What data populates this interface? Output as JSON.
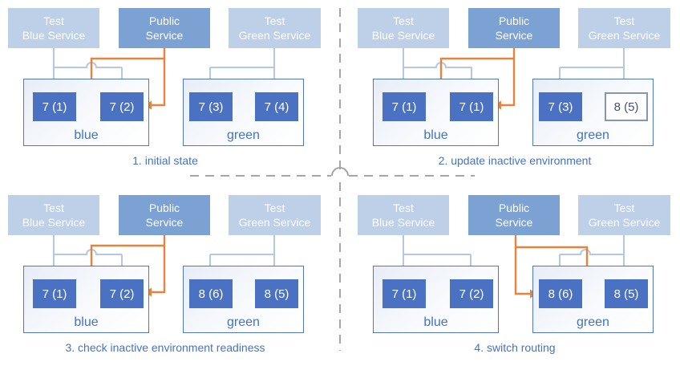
{
  "colors": {
    "accent_pod_blue": "#4b71c3",
    "test_service_blue": "#bed0e7",
    "public_service_blue": "#7ca1d3",
    "arrow_light_blue": "#b4c7e7",
    "arrow_orange": "#e8833c",
    "label_blue": "#4472c4",
    "env_border_blue": "#4f77c2",
    "divider_gray": "#a6a6a6",
    "inactive_pod_border": "#8496b0",
    "inactive_pod_text": "#44546a"
  },
  "quadrants": [
    {
      "caption": "1. initial state",
      "public_route": "blue",
      "services": [
        {
          "line1": "Test",
          "line2": "Blue Service"
        },
        {
          "line1": "Public",
          "line2": "Service"
        },
        {
          "line1": "Test",
          "line2": "Green Service"
        }
      ],
      "environments": [
        {
          "name": "blue",
          "pods": [
            {
              "label": "7 (1)",
              "active": true
            },
            {
              "label": "7 (2)",
              "active": true
            }
          ]
        },
        {
          "name": "green",
          "pods": [
            {
              "label": "7 (3)",
              "active": true
            },
            {
              "label": "7 (4)",
              "active": true
            }
          ]
        }
      ]
    },
    {
      "caption": "2. update inactive environment",
      "public_route": "blue",
      "services": [
        {
          "line1": "Test",
          "line2": "Blue Service"
        },
        {
          "line1": "Public",
          "line2": "Service"
        },
        {
          "line1": "Test",
          "line2": "Green Service"
        }
      ],
      "environments": [
        {
          "name": "blue",
          "pods": [
            {
              "label": "7 (1)",
              "active": true
            },
            {
              "label": "7 (1)",
              "active": true
            }
          ]
        },
        {
          "name": "green",
          "pods": [
            {
              "label": "7 (3)",
              "active": true
            },
            {
              "label": "8 (5)",
              "active": false
            }
          ]
        }
      ]
    },
    {
      "caption": "3. check inactive environment readiness",
      "public_route": "blue",
      "services": [
        {
          "line1": "Test",
          "line2": "Blue Service"
        },
        {
          "line1": "Public",
          "line2": "Service"
        },
        {
          "line1": "Test",
          "line2": "Green Service"
        }
      ],
      "environments": [
        {
          "name": "blue",
          "pods": [
            {
              "label": "7 (1)",
              "active": true
            },
            {
              "label": "7 (2)",
              "active": true
            }
          ]
        },
        {
          "name": "green",
          "pods": [
            {
              "label": "8 (6)",
              "active": true
            },
            {
              "label": "8 (5)",
              "active": true
            }
          ]
        }
      ]
    },
    {
      "caption": "4. switch routing",
      "public_route": "green",
      "services": [
        {
          "line1": "Test",
          "line2": "Blue Service"
        },
        {
          "line1": "Public",
          "line2": "Service"
        },
        {
          "line1": "Test",
          "line2": "Green Service"
        }
      ],
      "environments": [
        {
          "name": "blue",
          "pods": [
            {
              "label": "7 (1)",
              "active": true
            },
            {
              "label": "7 (2)",
              "active": true
            }
          ]
        },
        {
          "name": "green",
          "pods": [
            {
              "label": "8 (6)",
              "active": true
            },
            {
              "label": "8 (5)",
              "active": true
            }
          ]
        }
      ]
    }
  ]
}
